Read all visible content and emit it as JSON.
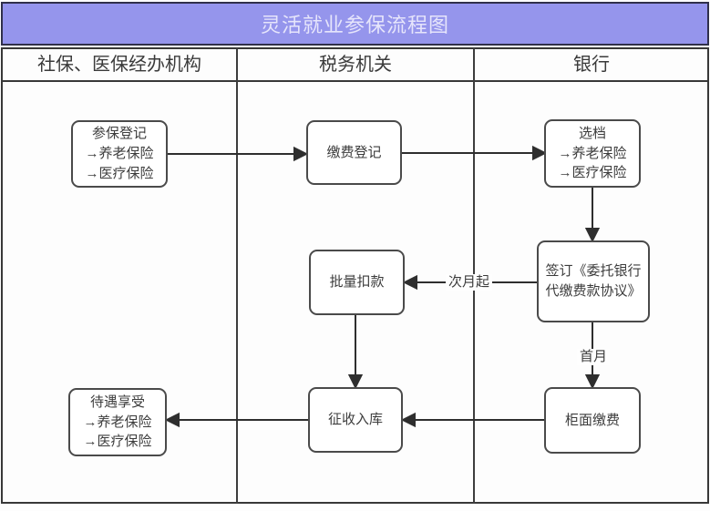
{
  "title": "灵活就业参保流程图",
  "lanes": [
    {
      "label": "社保、医保经办机构"
    },
    {
      "label": "税务机关"
    },
    {
      "label": "银行"
    }
  ],
  "nodes": {
    "enroll": {
      "lines": [
        "参保登记",
        "→养老保险",
        "→医疗保险"
      ]
    },
    "pay_register": {
      "label": "缴费登记"
    },
    "select_tier": {
      "lines": [
        "选档",
        "→养老保险",
        "→医疗保险"
      ]
    },
    "sign_agreement": {
      "lines": [
        "签订《委托银行",
        "代缴费款协议》"
      ]
    },
    "batch_deduct": {
      "label": "批量扣款"
    },
    "counter_pay": {
      "label": "柜面缴费"
    },
    "collect_store": {
      "label": "征收入库"
    },
    "benefit": {
      "lines": [
        "待遇享受",
        "→养老保险",
        "→医疗保险"
      ]
    }
  },
  "edge_labels": {
    "from_next_month": "次月起",
    "first_month": "首月"
  },
  "colors": {
    "title_bg": "#9595ec",
    "title_text": "#e6e5fb",
    "border_dark": "#383838",
    "connector": "#2e2e2e",
    "node_border": "#4a4a4a"
  }
}
